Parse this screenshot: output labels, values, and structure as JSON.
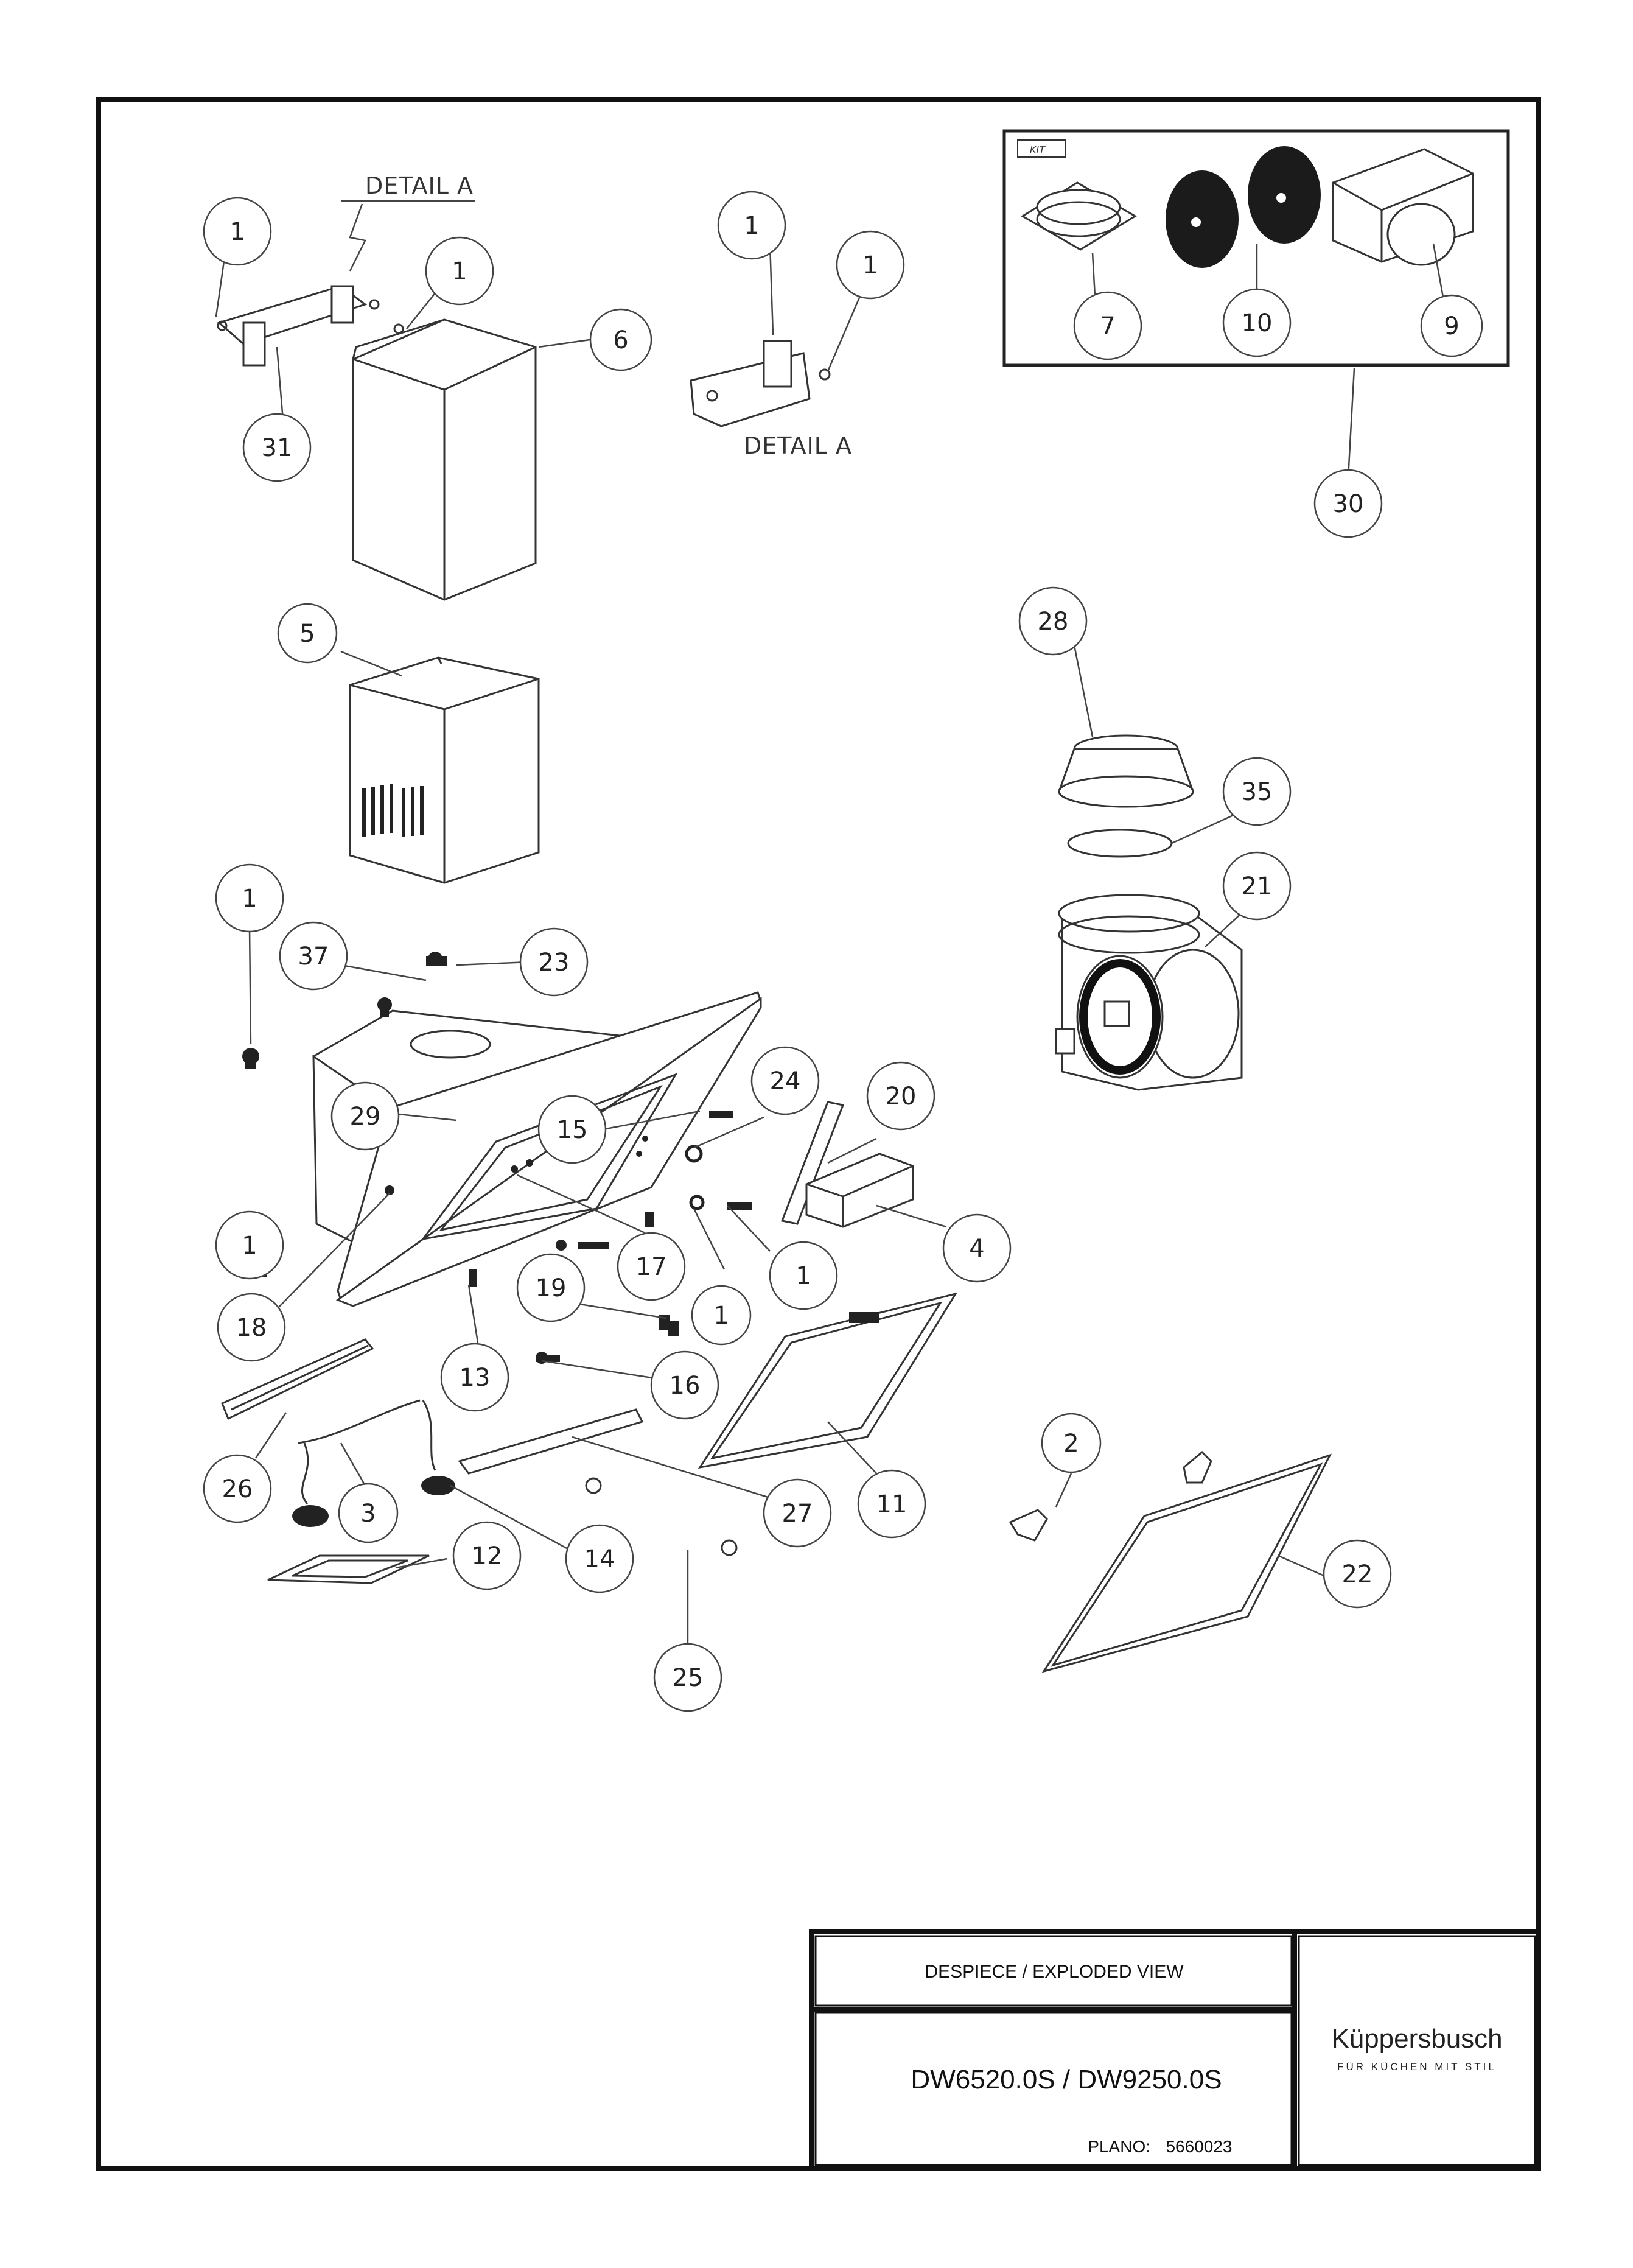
{
  "title_block": {
    "title": "DESPIECE / EXPLODED VIEW",
    "models": "DW6520.0S / DW9250.0S",
    "plan_label": "PLANO:",
    "plan_number": "5660023",
    "brand_name": "Küppersbusch",
    "brand_tagline": "FÜR KÜCHEN MIT STIL"
  },
  "detail_labels": {
    "top": "DETAIL A",
    "inset": "DETAIL A"
  },
  "kit_label": "KIT",
  "callouts": {
    "c1a": "1",
    "c1b": "1",
    "c1c": "1",
    "c1d": "1",
    "c1e": "1",
    "c1f": "1",
    "c1g": "1",
    "c1h": "1",
    "c2": "2",
    "c3": "3",
    "c4": "4",
    "c5": "5",
    "c6": "6",
    "c7": "7",
    "c9": "9",
    "c10": "10",
    "c11": "11",
    "c12": "12",
    "c13": "13",
    "c14": "14",
    "c15": "15",
    "c16": "16",
    "c17": "17",
    "c18": "18",
    "c19": "19",
    "c20": "20",
    "c21": "21",
    "c22": "22",
    "c23": "23",
    "c24": "24",
    "c25": "25",
    "c26": "26",
    "c27": "27",
    "c28": "28",
    "c29": "29",
    "c30": "30",
    "c31": "31",
    "c35": "35",
    "c37": "37"
  }
}
